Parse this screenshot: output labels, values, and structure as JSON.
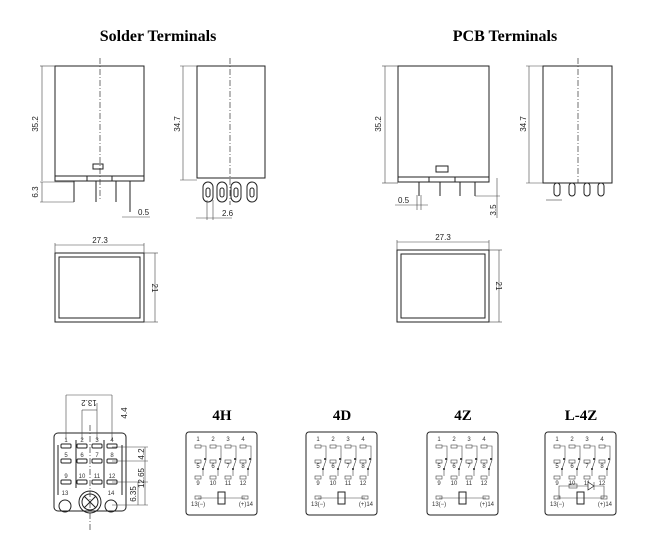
{
  "solder": {
    "title": "Solder Terminals",
    "height_front": "35.2",
    "height_side": "34.7",
    "pin_length": "6.3",
    "pin_width": "0.5",
    "pin_pitch": "2.6",
    "width": "27.3",
    "depth": "21"
  },
  "pcb": {
    "title": "PCB Terminals",
    "height_front": "35.2",
    "height_side": "34.7",
    "pin_width": "0.5",
    "pin_length": "3.5",
    "width": "27.3",
    "depth": "21"
  },
  "socket": {
    "dim_span": "13.2",
    "dim_offset": "4.4",
    "dim_row": "4.2",
    "dim_coil_row": "12.65",
    "dim_coil": "6.35",
    "pins": [
      "1",
      "2",
      "3",
      "4",
      "5",
      "6",
      "7",
      "8",
      "9",
      "10",
      "11",
      "12",
      "13",
      "14"
    ]
  },
  "wiring": [
    {
      "title": "4H",
      "coil_neg": "13(−)",
      "coil_pos": "(+)14",
      "diode": false
    },
    {
      "title": "4D",
      "coil_neg": "13(−)",
      "coil_pos": "(+)14",
      "diode": false
    },
    {
      "title": "4Z",
      "coil_neg": "13(−)",
      "coil_pos": "(+)14",
      "diode": false
    },
    {
      "title": "L-4Z",
      "coil_neg": "13(−)",
      "coil_pos": "(+)14",
      "diode": true
    }
  ],
  "wiring_pins": {
    "top": [
      "1",
      "2",
      "3",
      "4"
    ],
    "mid": [
      "5",
      "6",
      "7",
      "8"
    ],
    "bot": [
      "9",
      "10",
      "11",
      "12"
    ]
  }
}
